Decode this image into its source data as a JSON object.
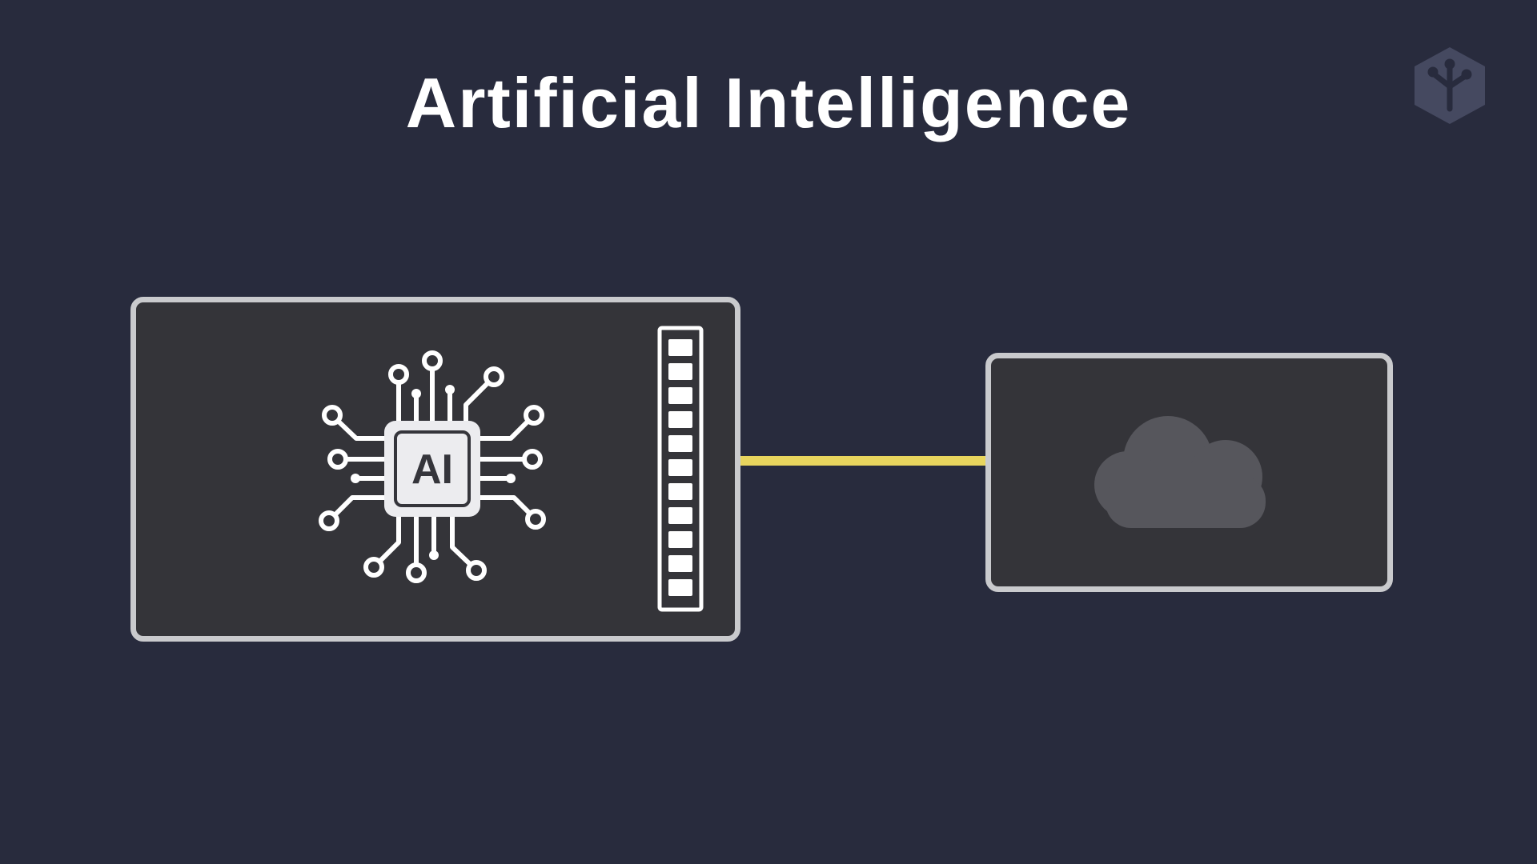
{
  "page": {
    "title": "Artificial Intelligence",
    "background_color": "#282b3d",
    "panel_fill_color": "#343439",
    "panel_border_color": "#c9cacd",
    "connector_color": "#e8d55e",
    "cloud_color": "#56565c",
    "line_art_color": "#ffffff",
    "title_color": "#ffffff"
  },
  "brand": {
    "logo_icon": "hexagon-branch-logo-icon",
    "logo_color": "#454960"
  },
  "diagram": {
    "device_panel": {
      "chip_label": "AI",
      "chip_icon": "ai-chip-icon",
      "port_icon": "connector-strip-icon"
    },
    "connection": {
      "style": "solid-yellow-line"
    },
    "cloud_panel": {
      "icon": "cloud-icon"
    }
  }
}
